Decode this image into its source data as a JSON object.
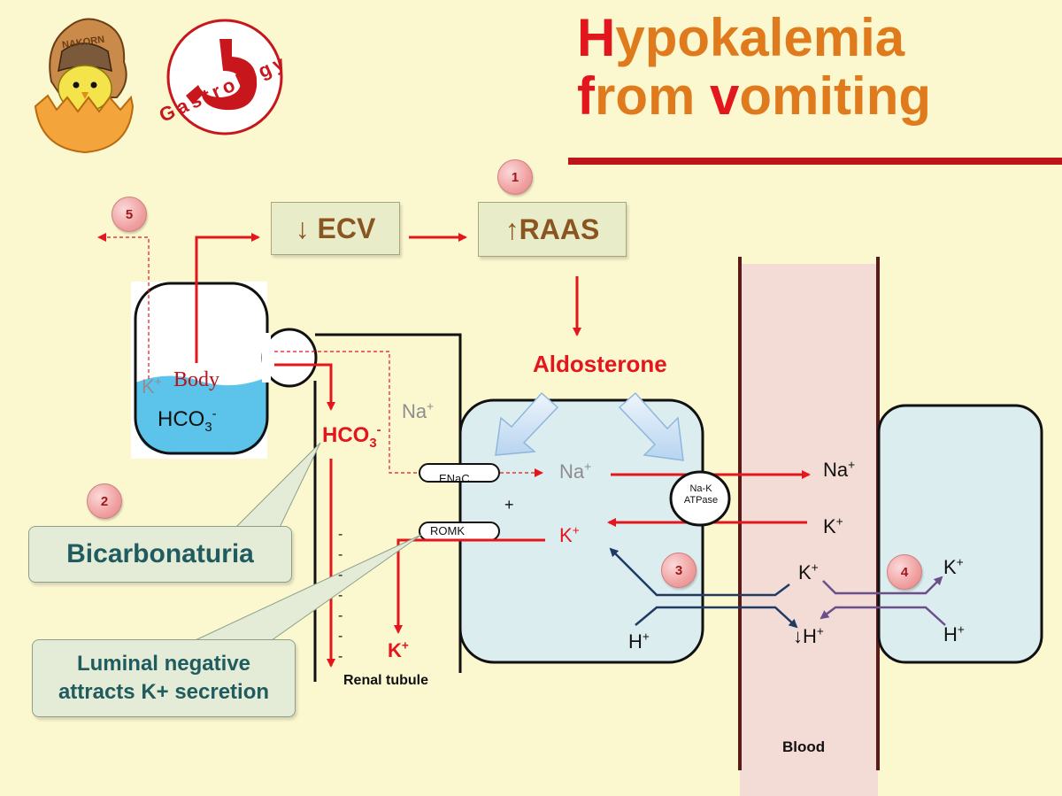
{
  "title": {
    "line1_first": "H",
    "line1_rest": "ypokalemia",
    "line2_first": "f",
    "line2_mid": "rom ",
    "line2_hl": "v",
    "line2_rest": "omiting"
  },
  "logos": {
    "nakorn_text": "NAKORN",
    "gastrology_text": "Gastrology"
  },
  "boxes": {
    "ecv": "↓ ECV",
    "raas": "↑RAAS"
  },
  "labels": {
    "aldosterone": "Aldosterone",
    "body": "Body",
    "k_gray": "K",
    "plus_sup": "+",
    "hco3_body": "HCO",
    "hco3_red": "HCO",
    "three": "3",
    "minus": "-",
    "na_top": "Na",
    "na_cell": "Na",
    "na_blood": "Na",
    "k_cell": "K",
    "k_blood": "K",
    "k_lumen": "K",
    "k_right": "K",
    "k_right_cell": "K",
    "h_cell": "H",
    "h_blood": "↓H",
    "h_right_cell": "H",
    "enac": "ENaC",
    "romk": "ROMK",
    "pump": "Na-K\nATPase",
    "plus_sign": "+",
    "renal_tubule": "Renal tubule",
    "blood": "Blood"
  },
  "callouts": {
    "bicarbonaturia": "Bicarbonaturia",
    "luminal_line1": "Luminal negative",
    "luminal_line2": "attracts K+ secretion"
  },
  "badges": [
    "1",
    "2",
    "3",
    "4",
    "5"
  ],
  "minus_signs": [
    "-",
    "-",
    "-",
    "-",
    "-",
    "-",
    "-"
  ],
  "colors": {
    "background": "#fbf7cf",
    "title_orange": "#e07b1d",
    "title_red": "#e4161d",
    "arrow_red": "#e4161d",
    "callout_text": "#205c5f",
    "cell_fill": "#dcedf0",
    "blood_fill": "#f3dcd6",
    "body_fluid": "#5cc4ea"
  }
}
